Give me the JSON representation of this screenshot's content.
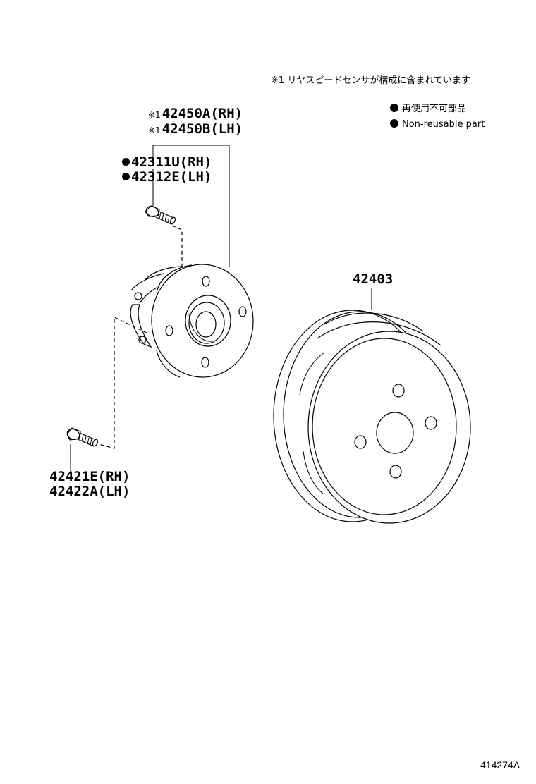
{
  "note": {
    "mark": "※1",
    "text": "リヤスピードセンサが構成に含まれています"
  },
  "legend": {
    "items": [
      {
        "symbol": "filled-circle",
        "text": "再使用不可部品"
      },
      {
        "symbol": "filled-circle",
        "text": "Non-reusable part"
      }
    ]
  },
  "parts": {
    "hub_bearing": {
      "mark": "※1",
      "rh": "42450A(RH)",
      "lh": "42450B(LH)"
    },
    "hub_bolt": {
      "rh": "42311U(RH)",
      "lh": "42312E(LH)",
      "non_reusable": true
    },
    "brake_drum": {
      "number": "42403"
    },
    "mounting_bolt": {
      "rh": "42421E(RH)",
      "lh": "42422A(LH)"
    }
  },
  "reference_code": "414274A"
}
